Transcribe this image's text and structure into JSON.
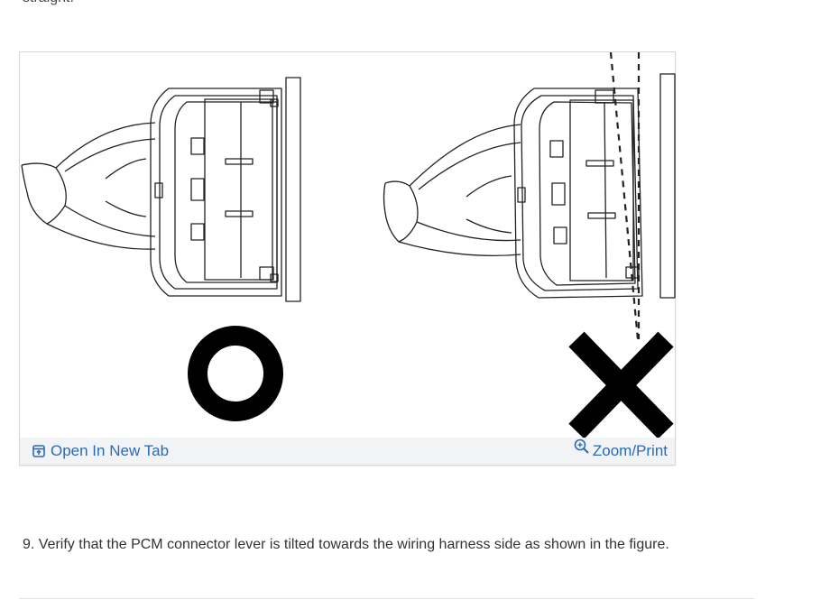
{
  "previous_text_fragment": "straight.",
  "figure": {
    "correct_symbol": "O",
    "incorrect_symbol": "X",
    "toolbar": {
      "open_new_tab_label": "Open In New Tab",
      "zoom_print_label": "Zoom/Print"
    },
    "icons": {
      "open_new_tab": "open-in-new-tab-icon",
      "zoom": "zoom-in-icon"
    }
  },
  "step": {
    "text": "9. Verify that the PCM connector lever is tilted towards the wiring harness side as shown in the figure."
  },
  "colors": {
    "link": "#2a6bb5",
    "toolbar_bg": "#f2f3f5",
    "line_art": "#222222"
  }
}
